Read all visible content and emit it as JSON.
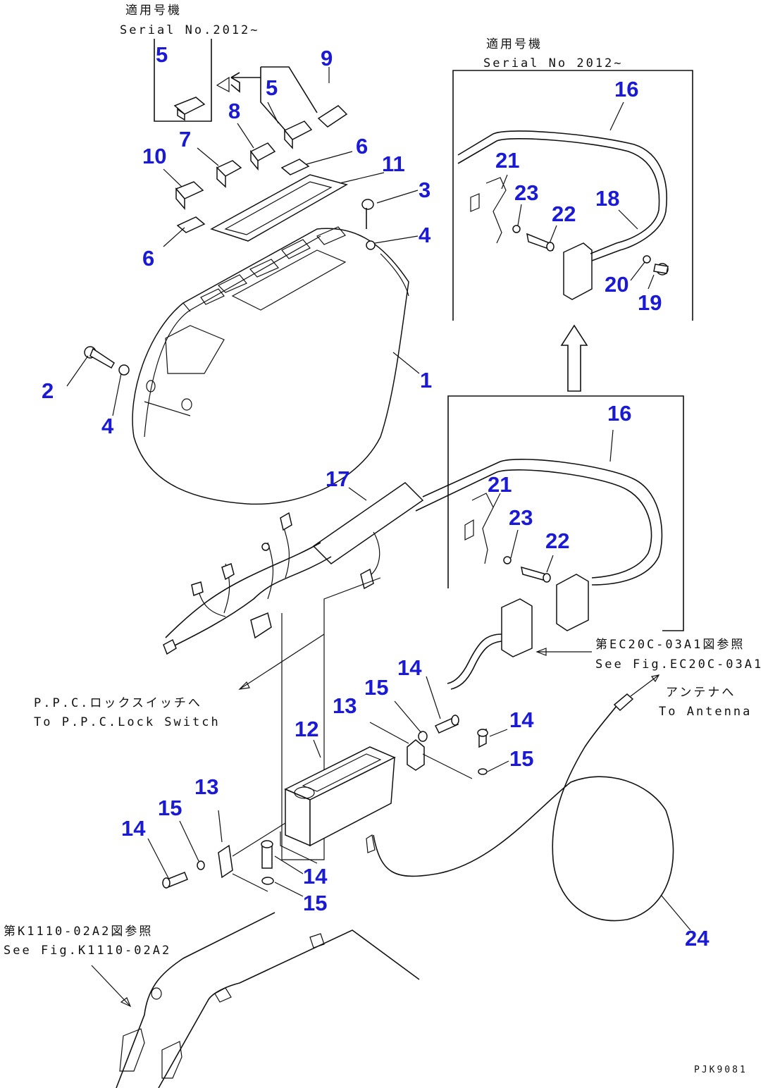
{
  "notes": {
    "serial_top_left_jp": "適用号機",
    "serial_top_left_en": "Serial No.2012~",
    "serial_top_right_jp": "適用号機",
    "serial_top_right_en": "Serial No 2012~",
    "ec20c_jp": "第EC20C-03A1図参照",
    "ec20c_en": "See Fig.EC20C-03A1",
    "ppc_jp": "P.P.C.ロックスイッチへ",
    "ppc_en": "To P.P.C.Lock Switch",
    "antenna_jp": "アンテナへ",
    "antenna_en": "To Antenna",
    "k1110_jp": "第K1110-02A2図参照",
    "k1110_en": "See Fig.K1110-02A2",
    "drawing_code": "PJK9081"
  },
  "callouts": {
    "c1": "1",
    "c2": "2",
    "c3": "3",
    "c4a": "4",
    "c4b": "4",
    "c5a": "5",
    "c5b": "5",
    "c6a": "6",
    "c6b": "6",
    "c7": "7",
    "c8": "8",
    "c9": "9",
    "c10": "10",
    "c11": "11",
    "c12": "12",
    "c13a": "13",
    "c13b": "13",
    "c14a": "14",
    "c14b": "14",
    "c14c": "14",
    "c15a": "15",
    "c15b": "15",
    "c15c": "15",
    "c15d": "15",
    "c16a": "16",
    "c16b": "16",
    "c17": "17",
    "c18": "18",
    "c19": "19",
    "c20": "20",
    "c21a": "21",
    "c21b": "21",
    "c22a": "22",
    "c22b": "22",
    "c23a": "23",
    "c23b": "23",
    "c24": "24"
  }
}
